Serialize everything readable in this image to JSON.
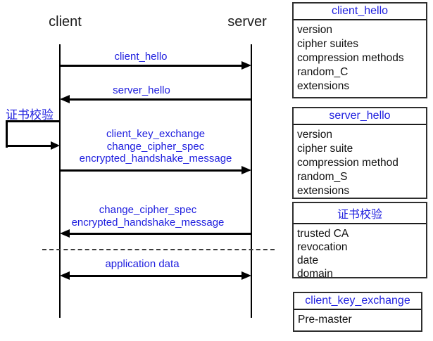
{
  "colors": {
    "accent_blue": "#2020DF",
    "line_color": "#000000"
  },
  "diagram": {
    "actors": {
      "client": "client",
      "server": "server"
    },
    "self_check": {
      "label": "证书校验"
    },
    "messages": [
      {
        "lines": [
          "client_hello"
        ],
        "direction": "left-to-right"
      },
      {
        "lines": [
          "server_hello"
        ],
        "direction": "right-to-left"
      },
      {
        "lines": [
          "client_key_exchange",
          "change_cipher_spec",
          "encrypted_handshake_message"
        ],
        "direction": "left-to-right"
      },
      {
        "lines": [
          "change_cipher_spec",
          "encrypted_handshake_message"
        ],
        "direction": "right-to-left"
      },
      {
        "lines": [
          "application data"
        ],
        "direction": "bidirectional"
      }
    ]
  },
  "panels": [
    {
      "title": "client_hello",
      "items": [
        "version",
        "cipher suites",
        "compression methods",
        "random_C",
        "extensions"
      ]
    },
    {
      "title": "server_hello",
      "items": [
        "version",
        "cipher suite",
        "compression method",
        "random_S",
        "extensions"
      ]
    },
    {
      "title": "证书校验",
      "items": [
        "trusted CA",
        "revocation",
        "date",
        "domain"
      ]
    },
    {
      "title": "client_key_exchange",
      "items": [
        "Pre-master"
      ]
    }
  ]
}
